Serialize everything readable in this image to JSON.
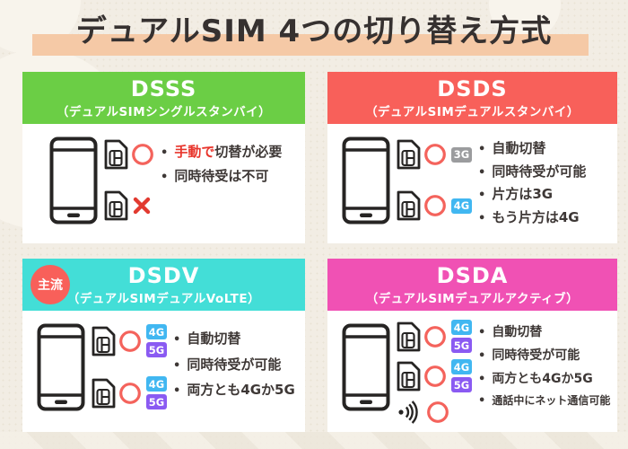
{
  "title": "デュアルSIM 4つの切り替え方式",
  "colors": {
    "title_band": "#f5c9a6",
    "red_text": "#e8352c",
    "circle_mark": "#f4635c",
    "cross_mark": "#e23a30",
    "icon_stroke": "#262423"
  },
  "panels": [
    {
      "name": "DSSS",
      "subtitle": "（デュアルSIMシングルスタンバイ）",
      "header_color": "#6bce45",
      "badge": null,
      "rows": [
        {
          "icon": "sim",
          "mark": "circle",
          "tags": []
        },
        {
          "icon": "sim",
          "mark": "cross",
          "tags": []
        }
      ],
      "bullets": [
        {
          "parts": [
            {
              "text": "手動で",
              "color": "#e8352c"
            },
            {
              "text": "切替が必要"
            }
          ]
        },
        {
          "parts": [
            {
              "text": "同時待受は不可"
            }
          ]
        }
      ]
    },
    {
      "name": "DSDS",
      "subtitle": "（デュアルSIMデュアルスタンバイ）",
      "header_color": "#f8605a",
      "badge": null,
      "rows": [
        {
          "icon": "sim",
          "mark": "circle",
          "tags": [
            {
              "label": "3G",
              "color": "#9b9c9e"
            }
          ]
        },
        {
          "icon": "sim",
          "mark": "circle",
          "tags": [
            {
              "label": "4G",
              "color": "#41b7f1"
            }
          ]
        }
      ],
      "bullets": [
        {
          "parts": [
            {
              "text": "自動切替"
            }
          ]
        },
        {
          "parts": [
            {
              "text": "同時待受が可能"
            }
          ]
        },
        {
          "parts": [
            {
              "text": "片方は3G"
            }
          ]
        },
        {
          "parts": [
            {
              "text": "もう片方は4G"
            }
          ]
        }
      ]
    },
    {
      "name": "DSDV",
      "subtitle": "（デュアルSIMデュアルVoLTE）",
      "header_color": "#43ded7",
      "badge": "主流",
      "badge_color": "#f8605a",
      "rows": [
        {
          "icon": "sim",
          "mark": "circle",
          "tags": [
            {
              "label": "4G",
              "color": "#41b7f1"
            },
            {
              "label": "5G",
              "color": "#8a5af2"
            }
          ]
        },
        {
          "icon": "sim",
          "mark": "circle",
          "tags": [
            {
              "label": "4G",
              "color": "#41b7f1"
            },
            {
              "label": "5G",
              "color": "#8a5af2"
            }
          ]
        }
      ],
      "bullets": [
        {
          "parts": [
            {
              "text": "自動切替"
            }
          ]
        },
        {
          "parts": [
            {
              "text": "同時待受が可能"
            }
          ]
        },
        {
          "parts": [
            {
              "text": "両方とも4Gか5G"
            }
          ]
        }
      ]
    },
    {
      "name": "DSDA",
      "subtitle": "（デュアルSIMデュアルアクティブ）",
      "header_color": "#f051b4",
      "badge": null,
      "rows": [
        {
          "icon": "sim",
          "mark": "circle",
          "tags": [
            {
              "label": "4G",
              "color": "#41b7f1"
            },
            {
              "label": "5G",
              "color": "#8a5af2"
            }
          ]
        },
        {
          "icon": "sim",
          "mark": "circle",
          "tags": [
            {
              "label": "4G",
              "color": "#41b7f1"
            },
            {
              "label": "5G",
              "color": "#8a5af2"
            }
          ]
        },
        {
          "icon": "wave",
          "mark": "circle",
          "tags": []
        }
      ],
      "bullets": [
        {
          "parts": [
            {
              "text": "自動切替"
            }
          ]
        },
        {
          "parts": [
            {
              "text": "同時待受が可能"
            }
          ]
        },
        {
          "parts": [
            {
              "text": "両方とも4Gか5G"
            }
          ]
        },
        {
          "small": true,
          "parts": [
            {
              "text": "通話中にネット通信可能"
            }
          ]
        }
      ]
    }
  ]
}
